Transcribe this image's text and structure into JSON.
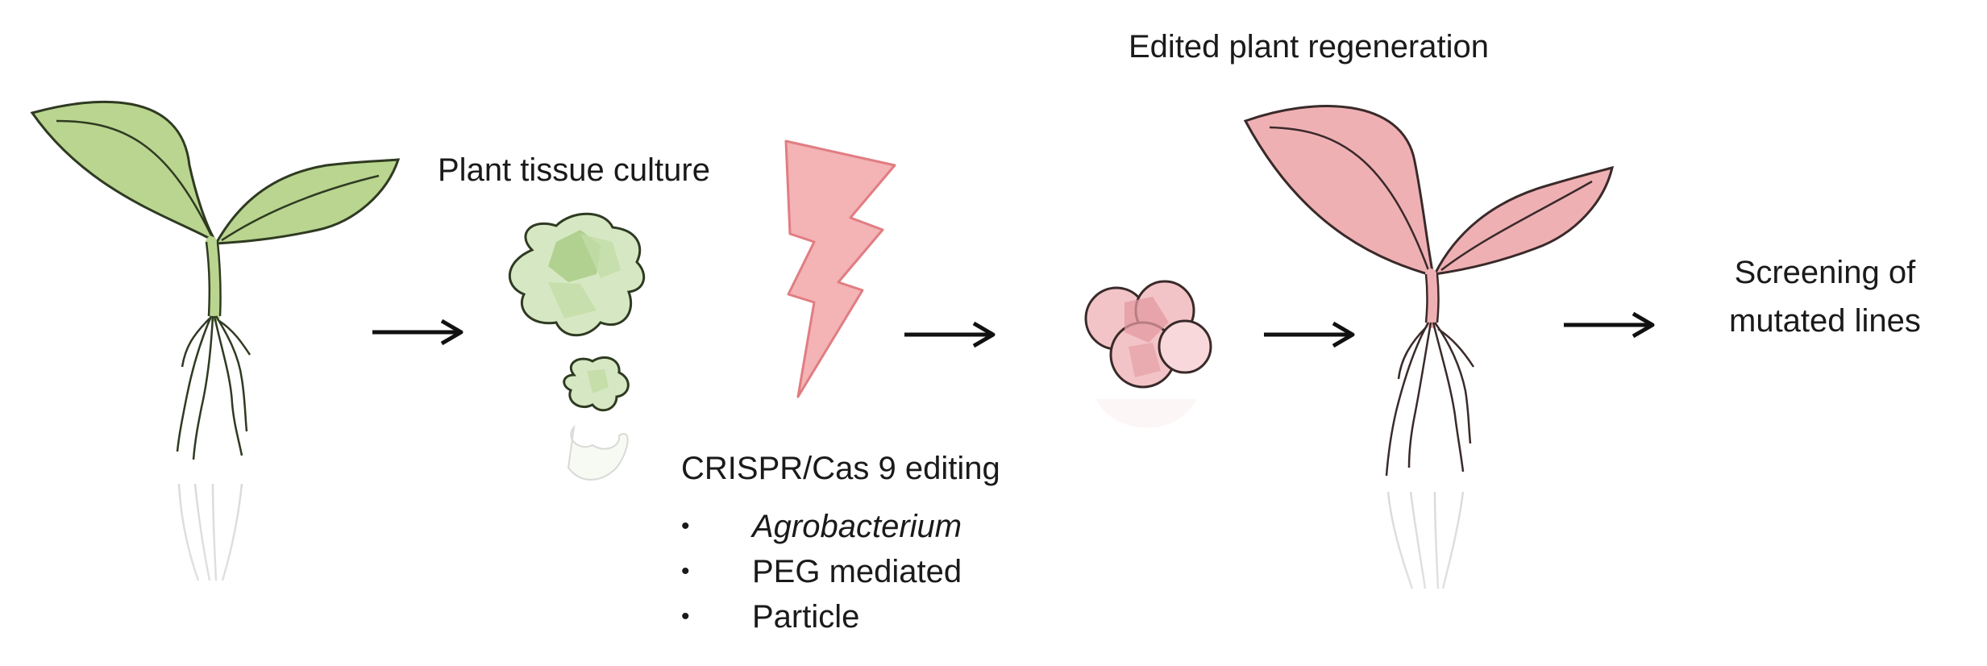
{
  "labels": {
    "plant_tissue_culture": "Plant tissue culture",
    "edited_plant_regeneration": "Edited plant regeneration",
    "screening_line1": "Screening of",
    "screening_line2": "mutated lines",
    "crispr_title": "CRISPR/Cas 9 editing"
  },
  "methods": [
    {
      "label": "Agrobacterium",
      "italic": true
    },
    {
      "label": "PEG mediated",
      "italic": false
    },
    {
      "label": "Particle",
      "italic": false
    }
  ],
  "bullet_glyph": "•",
  "colors": {
    "green_fill": "#b9d58f",
    "green_stroke": "#2f3a22",
    "callus_green": "#d6e8c3",
    "callus_green_dark": "#a9cc86",
    "pink_fill": "#efb0b4",
    "pink_stroke": "#3a2a2a",
    "callus_pink": "#f3c4c7",
    "callus_pink_dark": "#e39aa0",
    "bolt_fill": "#f4b3b5",
    "bolt_stroke": "#e07d82",
    "arrow": "#111111"
  },
  "icons": [
    "green-seedling-icon",
    "green-callus-icon",
    "lightning-bolt-icon",
    "pink-callus-icon",
    "pink-seedling-icon",
    "arrow-right-icon"
  ]
}
